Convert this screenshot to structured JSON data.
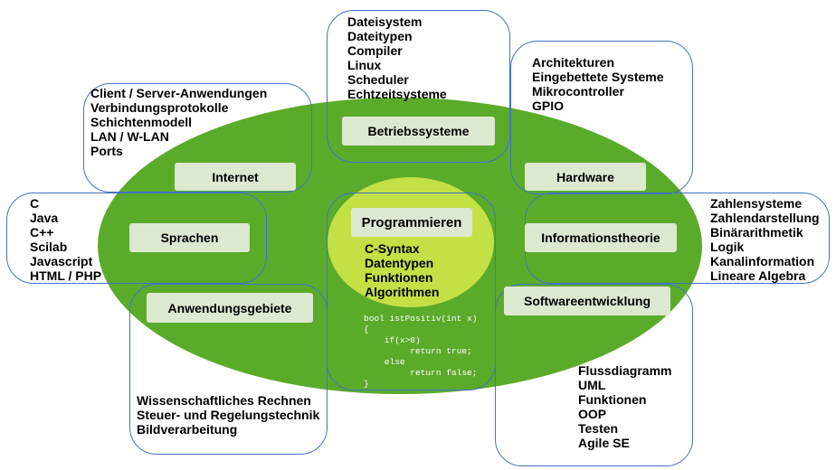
{
  "colors": {
    "ellipse": "#5aab2a",
    "inner_circle": "#c3e045",
    "label_background": "#dce8cf",
    "box_border": "#4472c4",
    "code_text": "#ffffff"
  },
  "center": {
    "title": "Programmieren",
    "items": [
      "C-Syntax",
      "Datentypen",
      "Funktionen",
      "Algorithmen"
    ],
    "code": [
      "bool istPositiv(int x)",
      "{",
      "    if(x>0)",
      "         return true;",
      "    else",
      "         return false;",
      "}"
    ]
  },
  "topics": {
    "betriebssysteme": {
      "label": "Betriebssysteme",
      "items": [
        "Dateisystem",
        "Dateitypen",
        "Compiler",
        "Linux",
        "Scheduler",
        "Echtzeitsysteme"
      ]
    },
    "internet": {
      "label": "Internet",
      "items": [
        "Client / Server-Anwendungen",
        "Verbindungsprotokolle",
        "Schichtenmodell",
        "LAN / W-LAN",
        "Ports"
      ]
    },
    "hardware": {
      "label": "Hardware",
      "items": [
        "Architekturen",
        "Eingebettete Systeme",
        "Mikrocontroller",
        "GPIO"
      ]
    },
    "sprachen": {
      "label": "Sprachen",
      "items": [
        "C",
        "Java",
        "C++",
        "Scilab",
        "Javascript",
        "HTML / PHP"
      ]
    },
    "informationstheorie": {
      "label": "Informationstheorie",
      "items": [
        "Zahlensysteme",
        "Zahlendarstellung",
        "Binärarithmetik",
        "Logik",
        "Kanalinformation",
        "Lineare Algebra"
      ]
    },
    "anwendungsgebiete": {
      "label": "Anwendungsgebiete",
      "items": [
        "Wissenschaftliches Rechnen",
        "Steuer- und Regelungstechnik",
        "Bildverarbeitung"
      ]
    },
    "softwareentwicklung": {
      "label": "Softwareentwicklung",
      "items": [
        "Flussdiagramm",
        "UML",
        "Funktionen",
        "OOP",
        "Testen",
        "Agile SE"
      ]
    }
  }
}
